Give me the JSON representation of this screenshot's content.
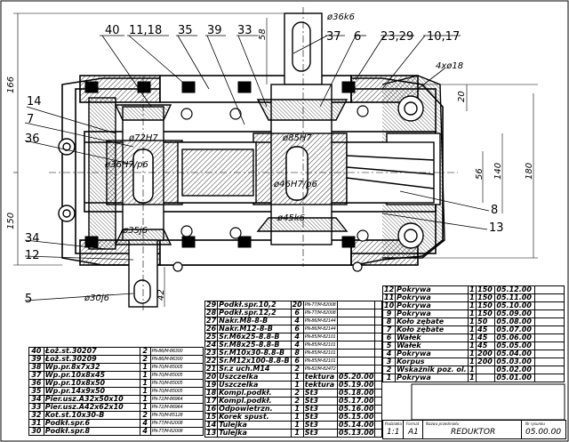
{
  "labels": {
    "l40": "40",
    "l1118": "11,18",
    "l35": "35",
    "l39": "39",
    "l33": "33",
    "l37": "37",
    "l6": "6",
    "l2329": "23,29",
    "l1017": "10,17",
    "l14": "14",
    "l7": "7",
    "l36": "36",
    "l34": "34",
    "l12": "12",
    "l5": "5",
    "l8": "8",
    "l13": "13",
    "l4": "4xø18"
  },
  "dims": {
    "d36k6": "ø36k6",
    "d58": "58",
    "d166": "166",
    "d20": "20",
    "d72H7": "ø72H7",
    "d85H7": "ø85H7",
    "d36H7p6": "ø36H7/p6",
    "d56": "56",
    "d140": "140",
    "d180": "180",
    "d46H7p6": "ø46H7/p6",
    "d45k6": "ø45k6",
    "d35j6": "ø35j6",
    "d150": "150",
    "d30j6": "ø30j6",
    "d42": "42"
  },
  "bom_left": [
    [
      "40",
      "Łoż.st.30207",
      "2",
      "PN-86/M-86300"
    ],
    [
      "39",
      "Łoż.st.30209",
      "2",
      "PN-86/M-86300"
    ],
    [
      "38",
      "Wp.pr.8x7x32",
      "1",
      "PN-70/M-85005"
    ],
    [
      "37",
      "Wp.pr.10x8x45",
      "1",
      "PN-70/M-85005"
    ],
    [
      "36",
      "Wp.pr.10x8x50",
      "1",
      "PN-70/M-85005"
    ],
    [
      "35",
      "Wp.pr.14x9x50",
      "1",
      "PN-70/M-85005"
    ],
    [
      "34",
      "Pier.usz.A32x50x10",
      "1",
      "PN-72/M-86964"
    ],
    [
      "33",
      "Pier.usz.A42x62x10",
      "1",
      "PN-72/M-86964"
    ],
    [
      "32",
      "Kot.st.10x30-B",
      "2",
      "PN-70/M-85128"
    ],
    [
      "31",
      "Podkł.spr.6",
      "4",
      "PN-77/M-82008"
    ],
    [
      "30",
      "Podkł.spr.8",
      "4",
      "PN-77/M-82008"
    ]
  ],
  "bom_mid": [
    [
      "29",
      "Podkł.spr.10,2",
      "20",
      "PN-77/M-82008",
      "",
      ""
    ],
    [
      "28",
      "Podkł.spr.12,2",
      "6",
      "PN-77/M-82008",
      "",
      ""
    ],
    [
      "27",
      "Nakr.M8-8-B",
      "4",
      "PN-86/M-82144",
      "",
      ""
    ],
    [
      "26",
      "Nakr.M12-8-B",
      "6",
      "PN-86/M-82144",
      "",
      ""
    ],
    [
      "25",
      "Śr.M6x25-8.8-B",
      "4",
      "PN-85/M-82101",
      "",
      ""
    ],
    [
      "24",
      "Śr.M8x25-8.8-B",
      "4",
      "PN-85/M-82101",
      "",
      ""
    ],
    [
      "23",
      "Śr.M10x30-8.8-B",
      "8",
      "PN-85/M-82101",
      "",
      ""
    ],
    [
      "22",
      "Śr.M12x100-8.8-B",
      "6",
      "PN-85/M-82101",
      "",
      ""
    ],
    [
      "21",
      "Śr.z uch.M14",
      "2",
      "PN-82/M-82472",
      "",
      ""
    ],
    [
      "20",
      "Uszczelka",
      "1",
      "tektura",
      "05.20.00",
      ""
    ],
    [
      "19",
      "Uszczelka",
      "1",
      "tektura",
      "05.19.00",
      ""
    ],
    [
      "18",
      "Kompl.podkł.",
      "2",
      "St3",
      "05.18.00",
      ""
    ],
    [
      "17",
      "Kompl.podkł.",
      "2",
      "St3",
      "05.17.00",
      ""
    ],
    [
      "16",
      "Odpowietrzn.",
      "1",
      "St3",
      "05.16.00",
      ""
    ],
    [
      "15",
      "Korek spust.",
      "1",
      "St3",
      "05.15.00",
      ""
    ],
    [
      "14",
      "Tulejka",
      "1",
      "St3",
      "05.14.00",
      ""
    ],
    [
      "13",
      "Tulejka",
      "1",
      "St3",
      "05.13.00",
      ""
    ]
  ],
  "bom_right": [
    [
      "12",
      "Pokrywa",
      "1",
      "150",
      "05.12.00"
    ],
    [
      "11",
      "Pokrywa",
      "1",
      "150",
      "05.11.00"
    ],
    [
      "10",
      "Pokrywa",
      "1",
      "150",
      "05.10.00"
    ],
    [
      "9",
      "Pokrywa",
      "1",
      "150",
      "05.09.00"
    ],
    [
      "8",
      "Koło zębate",
      "1",
      "50",
      "05.08.00"
    ],
    [
      "7",
      "Koło zębate",
      "1",
      "45",
      "05.07.00"
    ],
    [
      "6",
      "Wałek",
      "1",
      "45",
      "05.06.00"
    ],
    [
      "5",
      "Wałek",
      "1",
      "45",
      "05.05.00"
    ],
    [
      "4",
      "Pokrywa",
      "1",
      "200",
      "05.04.00"
    ],
    [
      "3",
      "Korpus",
      "1",
      "200",
      "05.03.00"
    ],
    [
      "2",
      "Wskaźnik poz. ol.",
      "1",
      "",
      "05.02.00"
    ],
    [
      "1",
      "Pokrywa",
      "1",
      "",
      "05.01.00"
    ]
  ],
  "title_block": {
    "h_scale": "Podziałka",
    "h_format": "Format",
    "h_name": "Nazwa przedmiotu",
    "h_drawing_no": "Nr rysunku",
    "scale": "1:1",
    "format": "A1",
    "name": "REDUKTOR",
    "drawing_no": "05.00.00"
  }
}
